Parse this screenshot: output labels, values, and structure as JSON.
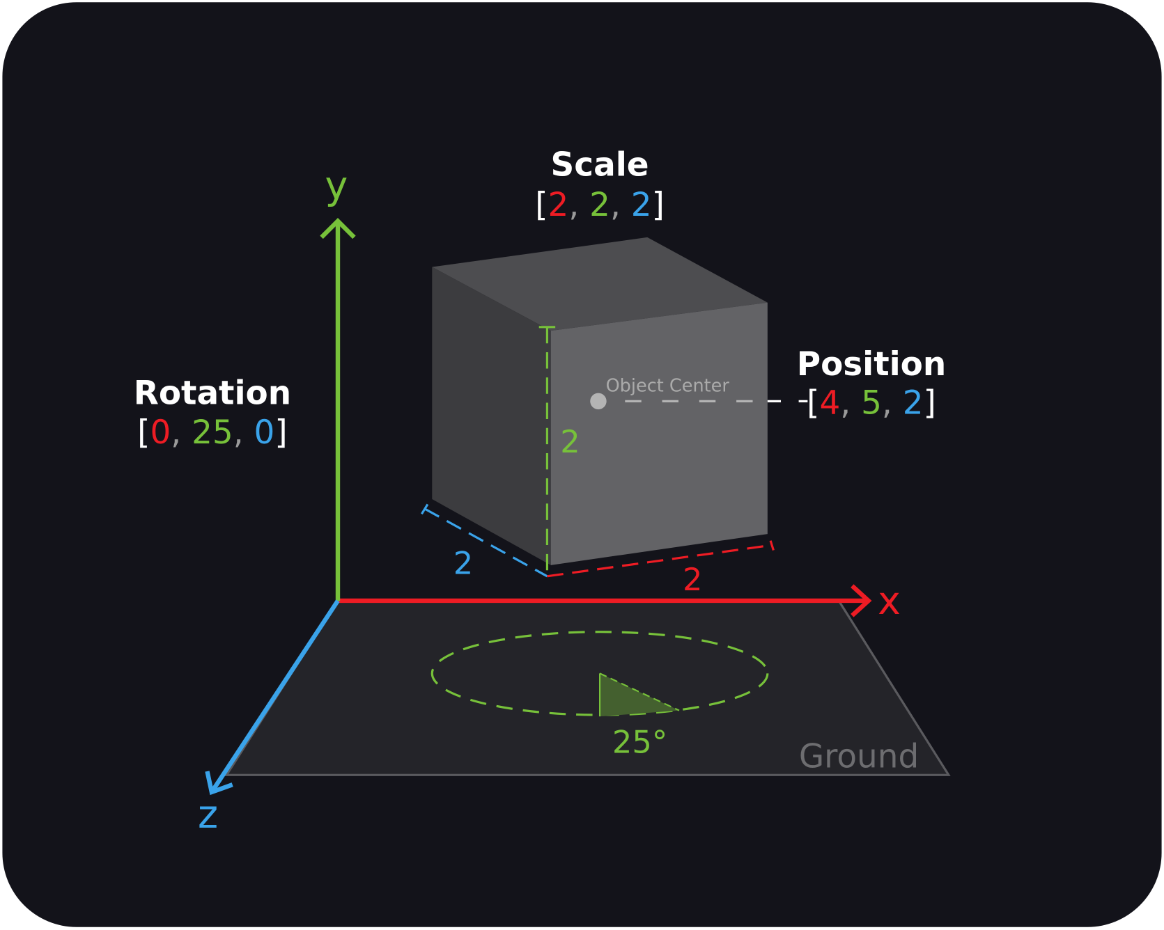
{
  "colors": {
    "background": "#13131a",
    "x_axis": "#ee1c24",
    "y_axis": "#77c13a",
    "z_axis": "#3aa3ea",
    "ground": "#242429",
    "cube_front": "#636366",
    "cube_side": "#3c3c3f",
    "cube_top": "#4d4d50"
  },
  "axes": {
    "x": "x",
    "y": "y",
    "z": "z"
  },
  "scale": {
    "title": "Scale",
    "x": "2",
    "y": "2",
    "z": "2"
  },
  "rotation": {
    "title": "Rotation",
    "x": "0",
    "y": "25",
    "z": "0"
  },
  "position": {
    "title": "Position",
    "x": "4",
    "y": "5",
    "z": "2"
  },
  "cube": {
    "center_label": "Object Center",
    "height_label": "2",
    "depth_label": "2",
    "width_label": "2"
  },
  "ground": {
    "label": "Ground",
    "angle_label": "25°"
  }
}
